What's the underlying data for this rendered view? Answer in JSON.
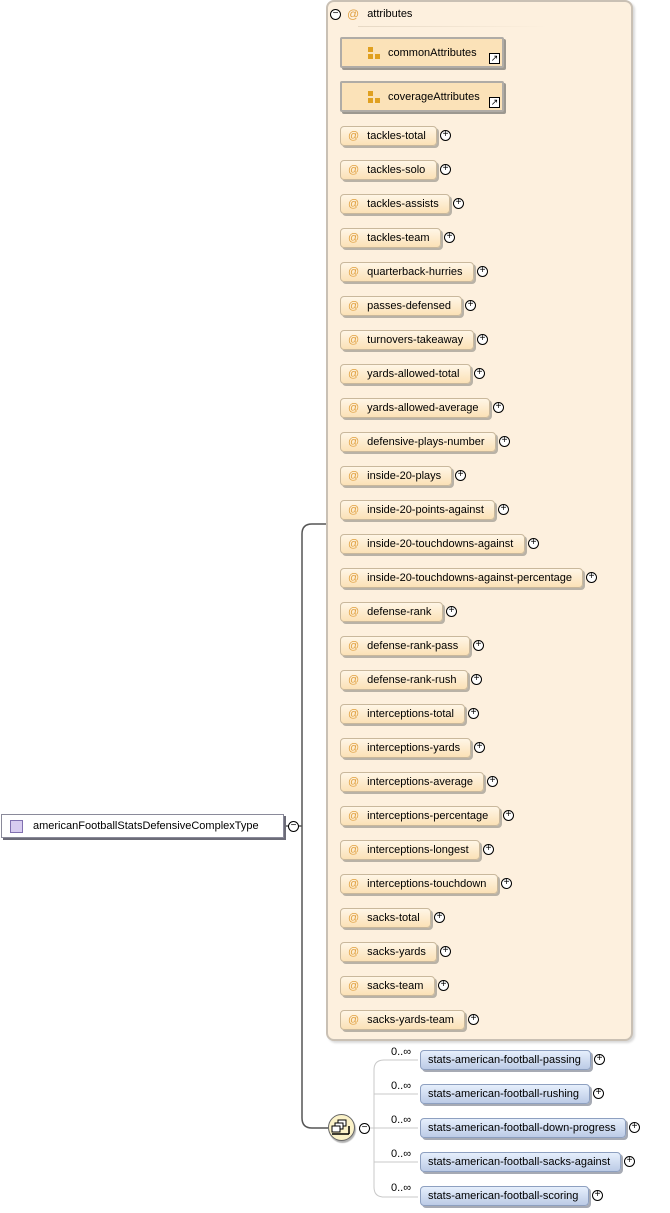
{
  "root": {
    "name": "americanFootballStatsDefensiveComplexType"
  },
  "attributes_section": {
    "header": "attributes",
    "groups": [
      {
        "name": "commonAttributes"
      },
      {
        "name": "coverageAttributes"
      }
    ],
    "attributes": [
      "tackles-total",
      "tackles-solo",
      "tackles-assists",
      "tackles-team",
      "quarterback-hurries",
      "passes-defensed",
      "turnovers-takeaway",
      "yards-allowed-total",
      "yards-allowed-average",
      "defensive-plays-number",
      "inside-20-plays",
      "inside-20-points-against",
      "inside-20-touchdowns-against",
      "inside-20-touchdowns-against-percentage",
      "defense-rank",
      "defense-rank-pass",
      "defense-rank-rush",
      "interceptions-total",
      "interceptions-yards",
      "interceptions-average",
      "interceptions-percentage",
      "interceptions-longest",
      "interceptions-touchdown",
      "sacks-total",
      "sacks-yards",
      "sacks-team",
      "sacks-yards-team"
    ]
  },
  "sequence": {
    "elements": [
      {
        "name": "stats-american-football-passing",
        "occurs": "0..∞"
      },
      {
        "name": "stats-american-football-rushing",
        "occurs": "0..∞"
      },
      {
        "name": "stats-american-football-down-progress",
        "occurs": "0..∞"
      },
      {
        "name": "stats-american-football-sacks-against",
        "occurs": "0..∞"
      },
      {
        "name": "stats-american-football-scoring",
        "occurs": "0..∞"
      }
    ]
  },
  "symbols": {
    "attribute": "@",
    "expand": "+",
    "collapse": "−"
  },
  "colors": {
    "attribute_panel": "#fdf0de",
    "attribute_pill": "#fbe1b6",
    "element_pill": "#bccbe6",
    "at_sign": "#e0a040"
  }
}
